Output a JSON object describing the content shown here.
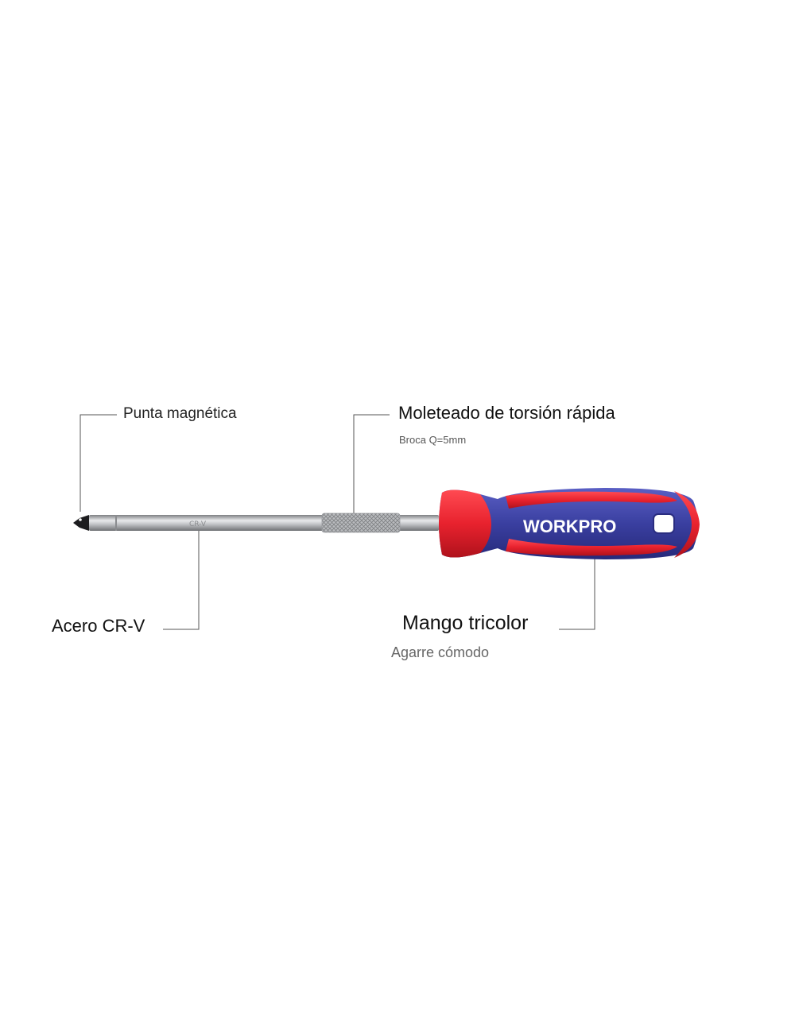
{
  "callouts": {
    "tip": "Punta magnética",
    "knurl": "Moleteado de torsión rápida",
    "bit": "Broca Q=5mm",
    "steel": "Acero CR-V",
    "handle": "Mango tricolor",
    "grip": "Agarre cómodo"
  },
  "product": {
    "brand": "WORKPRO",
    "shaft_marking": "CR-V"
  },
  "colors": {
    "handle_red": "#e8222e",
    "handle_blue": "#3a3fa0",
    "shaft_steel": "#c9cacc",
    "leader_line": "#555555"
  }
}
